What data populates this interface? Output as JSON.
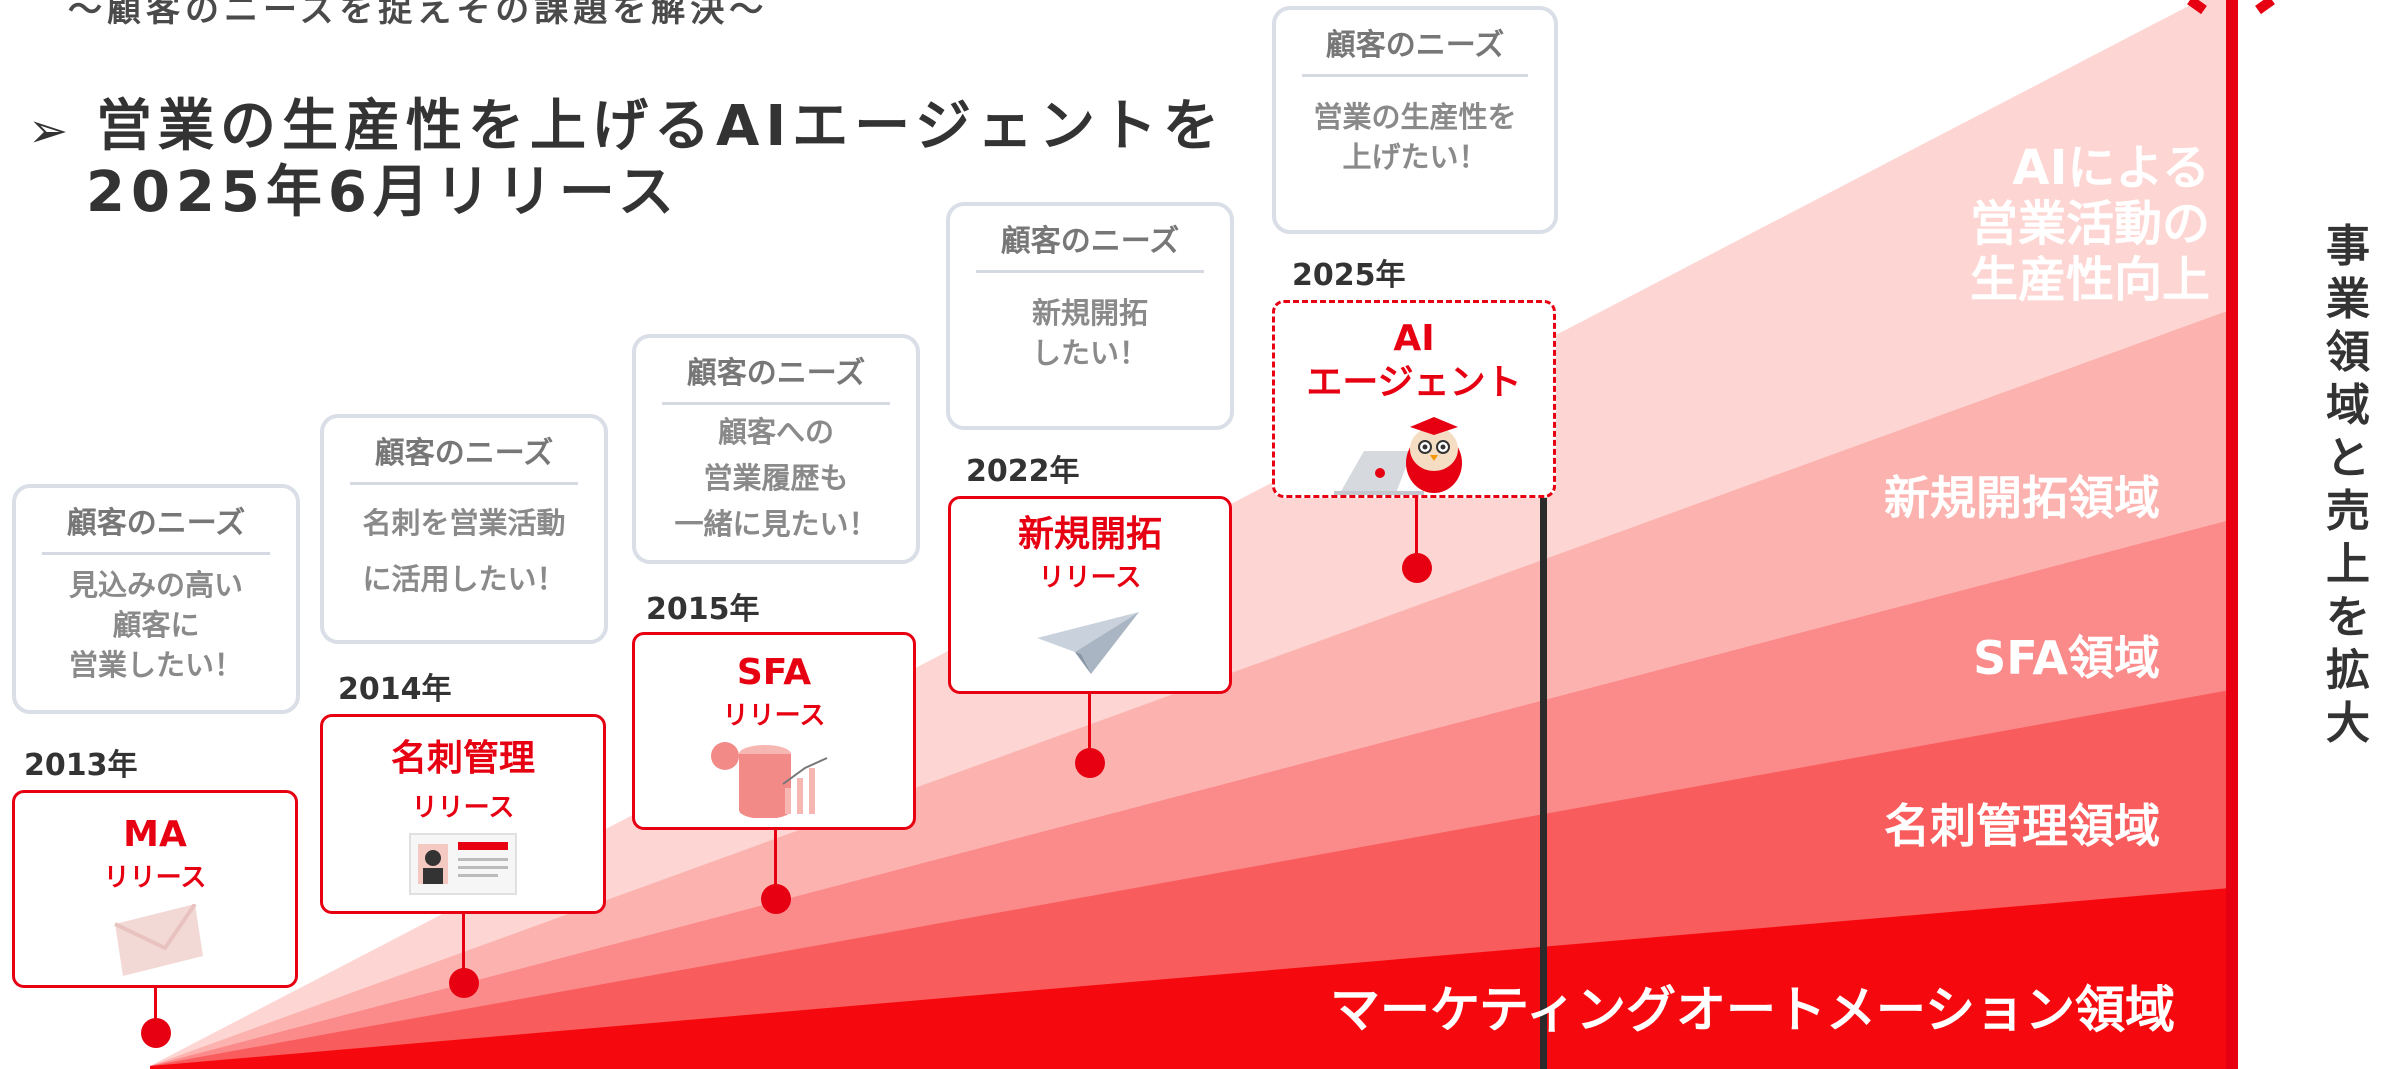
{
  "subtitle": "～顧客のニーズを捉えその課題を解決～",
  "headline": {
    "bullet": "➢",
    "line1": "営業の生産性を上げるAIエージェントを",
    "line2": "2025年6月リリース"
  },
  "regions": {
    "ai": "AIによる\n営業活動の\n生産性向上",
    "new_dev": "新規開拓領域",
    "sfa": "SFA領域",
    "card_mgmt": "名刺管理領域",
    "ma": "マーケティングオートメーション領域"
  },
  "vertical_label": "事業領域と売上を拡大",
  "milestones": [
    {
      "year": "2013年",
      "need_header": "顧客のニーズ",
      "need": "見込みの高い\n顧客に\n営業したい！",
      "title": "MA",
      "sub": "リリース",
      "icon": "envelope-icon"
    },
    {
      "year": "2014年",
      "need_header": "顧客のニーズ",
      "need": "名刺を営業活動\nに活用したい！",
      "title": "名刺管理",
      "sub": "リリース",
      "icon": "business-card-icon"
    },
    {
      "year": "2015年",
      "need_header": "顧客のニーズ",
      "need": "顧客への\n営業履歴も\n一緒に見たい！",
      "title": "SFA",
      "sub": "リリース",
      "icon": "database-chart-icon"
    },
    {
      "year": "2022年",
      "need_header": "顧客のニーズ",
      "need": "新規開拓\nしたい！",
      "title": "新規開拓",
      "sub": "リリース",
      "icon": "paper-plane-icon"
    },
    {
      "year": "2025年",
      "need_header": "顧客のニーズ",
      "need": "営業の生産性を\n上げたい！",
      "title": "AI\nエージェント",
      "sub": "",
      "icon": "owl-mascot-icon"
    }
  ],
  "colors": {
    "brand_red": "#e60012",
    "layer1": "#f5090f",
    "layer2": "#f95c5c",
    "layer3": "#fb8a8a",
    "layer4": "#fcb3b0",
    "layer5": "#fdd6d3"
  }
}
